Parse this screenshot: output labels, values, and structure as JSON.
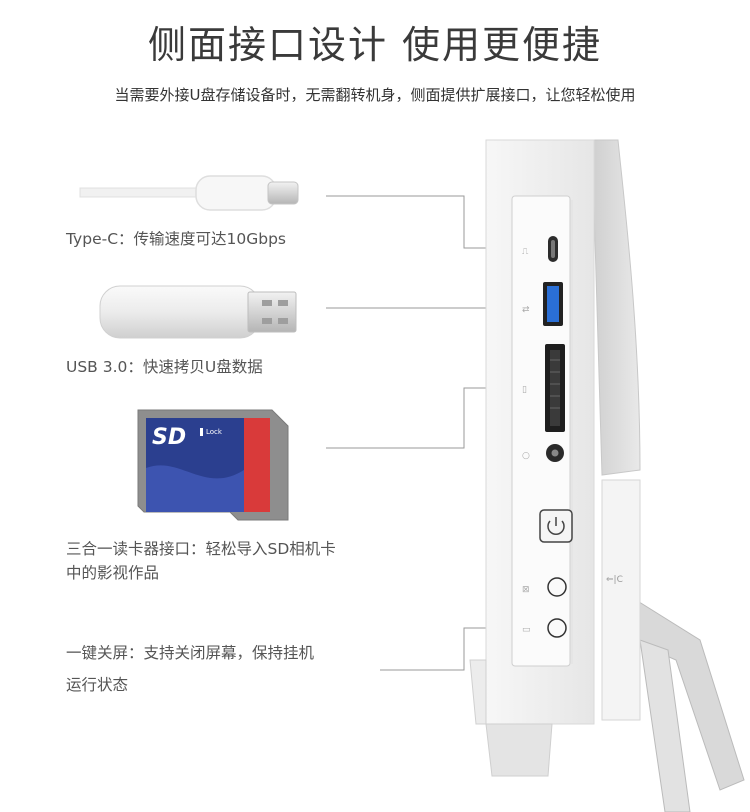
{
  "header": {
    "title": "侧面接口设计 使用更便捷",
    "subtitle": "当需要外接U盘存储设备时，无需翻转机身，侧面提供扩展接口，让您轻松使用"
  },
  "features": [
    {
      "label": "Type-C：传输速度可达10Gbps"
    },
    {
      "label": "USB 3.0：快速拷贝U盘数据"
    },
    {
      "label_line1": "三合一读卡器接口：轻松导入SD相机卡",
      "label_line2": "中的影视作品"
    },
    {
      "label_line1": "一键关屏：支持关闭屏幕，保持挂机",
      "label_line2": "运行状态"
    }
  ],
  "sd_card": {
    "logo": "SD",
    "lock_text": "Lock"
  },
  "colors": {
    "usb_blue": "#2a6fd6",
    "sd_blue": "#2b3f8f",
    "sd_red": "#d93a3a",
    "leader_line": "#9a9a9a"
  }
}
